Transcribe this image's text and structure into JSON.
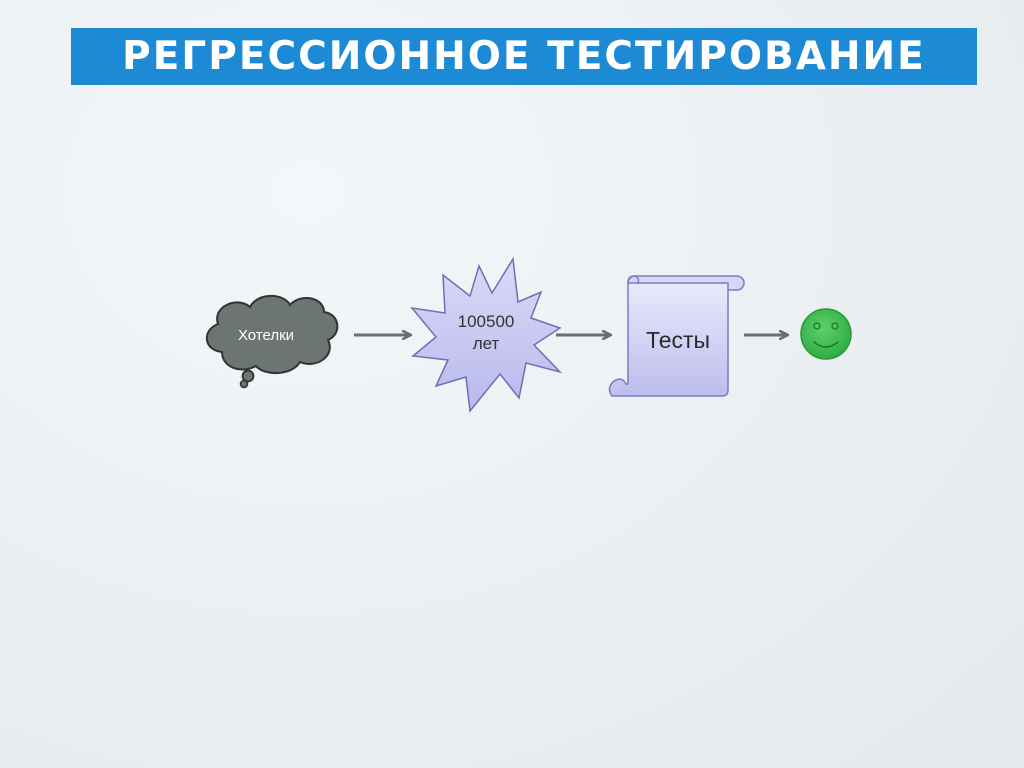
{
  "slide": {
    "title": "РЕГРЕССИОННОЕ ТЕСТИРОВАНИЕ"
  },
  "diagram": {
    "nodes": [
      {
        "id": "wishes",
        "shape": "cloud",
        "label": "Хотелки",
        "fill": "#6c7571"
      },
      {
        "id": "duration",
        "shape": "starburst",
        "label_line1": "100500",
        "label_line2": "лет",
        "fill": "#c9c9f3"
      },
      {
        "id": "tests",
        "shape": "scroll",
        "label": "Тесты",
        "fill": "#cfcff5"
      },
      {
        "id": "result",
        "shape": "smiley",
        "fill": "#3dbb4f"
      }
    ],
    "edges": [
      {
        "from": "wishes",
        "to": "duration"
      },
      {
        "from": "duration",
        "to": "tests"
      },
      {
        "from": "tests",
        "to": "result"
      }
    ],
    "arrow_color": "#6b6e6e"
  }
}
